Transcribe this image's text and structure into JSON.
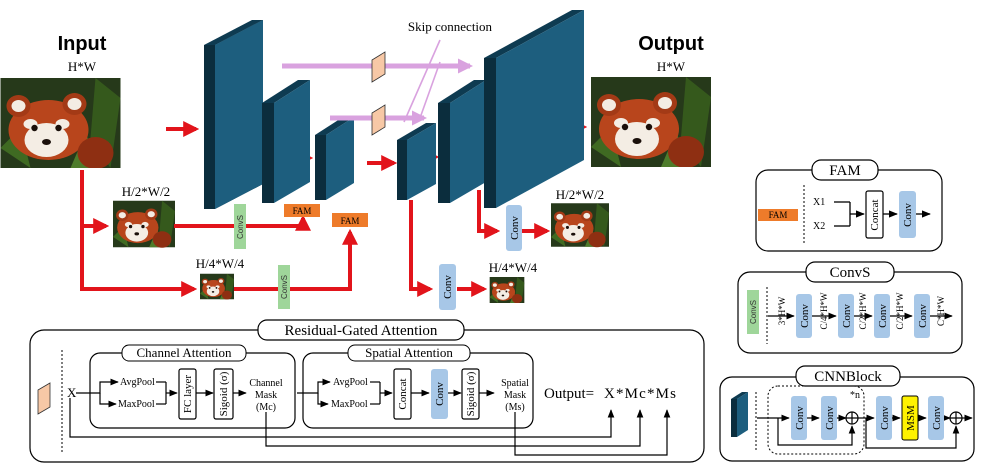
{
  "labels": {
    "input": "Input",
    "output": "Output",
    "hw": "H*W",
    "h2w2": "H/2*W/2",
    "h4w4": "H/4*W/4",
    "skip_connection": "Skip connection",
    "fam": "FAM",
    "convs": "ConvS",
    "conv": "Conv"
  },
  "rga": {
    "title": "Residual-Gated Attention",
    "x": "X",
    "channel_attention": "Channel Attention",
    "avgpool": "AvgPool",
    "maxpool": "MaxPool",
    "fc_layer": "FC layer",
    "sigmoid": "Sigoid (σ)",
    "channel_mask_1": "Channel",
    "channel_mask_2": "Mask",
    "channel_mask_3": "(Mc)",
    "spatial_attention": "Spatial Attention",
    "concat": "Concat",
    "conv": "Conv",
    "spatial_mask_1": "Spatial",
    "spatial_mask_2": "Mask",
    "spatial_mask_3": "(Ms)",
    "output_eq": "Output=",
    "output_terms": "X*Mc*Ms"
  },
  "fam_panel": {
    "title": "FAM",
    "tag": "FAM",
    "x1": "X1",
    "x2": "X2",
    "concat": "Concat",
    "conv": "Conv"
  },
  "convs_panel": {
    "title": "ConvS",
    "tag": "ConvS",
    "conv": "Conv",
    "dims": [
      "3*H*W",
      "C/4*H*W",
      "C/2*H*W",
      "C/2*H*W",
      "C*H*W"
    ]
  },
  "cnnblock_panel": {
    "title": "CNNBlock",
    "conv": "Conv",
    "msm": "MSM",
    "n": "*n"
  },
  "colors": {
    "block": "#1d5e7e",
    "block_side": "#0b2d3d",
    "arrow": "#e2141b",
    "skip": "#d9a2df",
    "conv_box": "#a7c7e7",
    "fam_tag": "#ee7b2a",
    "convs_tag": "#9fd69a",
    "msm": "#fff200",
    "rga_input": "#f7c8a6"
  },
  "icons": [
    "red-panda-image"
  ]
}
